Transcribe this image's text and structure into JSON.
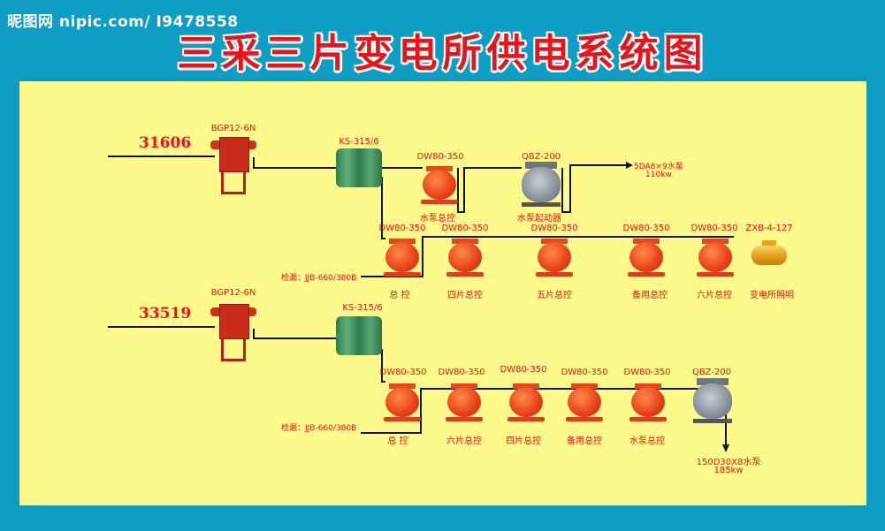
{
  "watermark": "昵图网 nipic.com/ I9478558",
  "title": "三采三片变电所供电系统图",
  "colors": {
    "background": "#0f9dc4",
    "panel": "#fdf98b",
    "text": "#e8141c"
  },
  "section1": {
    "feeder": "31606",
    "switch": "BGP12-6N",
    "transformer": "KS-315/6",
    "pump_branch": {
      "breaker_model": "DW80-350",
      "breaker_label": "水泵总控",
      "starter_model": "QBZ-200",
      "starter_label": "水泵起动器",
      "load": "5DA8×9水泵",
      "load_power": "110kw"
    },
    "leak_detector": "检漏：JJB-660/380B",
    "breakers": [
      {
        "model": "DW80-350",
        "label": "总  控"
      },
      {
        "model": "DW80-350",
        "label": "四片总控"
      },
      {
        "model": "DW80-350",
        "label": "五片总控"
      },
      {
        "model": "DW80-350",
        "label": "备用总控"
      },
      {
        "model": "DW80-350",
        "label": "六片总控"
      },
      {
        "model": "ZXB-4-127",
        "label": "变电所照明"
      }
    ]
  },
  "section2": {
    "feeder": "33519",
    "switch": "BGP12-6N",
    "transformer": "KS-315/6",
    "leak_detector": "检漏：JJB-660/380B",
    "breakers": [
      {
        "model": "DW80-350",
        "label": "总  控"
      },
      {
        "model": "DW80-350",
        "label": "六片总控"
      },
      {
        "model": "DW80-350",
        "label": "四片总控"
      },
      {
        "model": "DW80-350",
        "label": "备用总控"
      },
      {
        "model": "DW80-350",
        "label": "水泵总控"
      },
      {
        "model": "QBZ-200",
        "label": ""
      }
    ],
    "load": "150D30X8水泵",
    "load_power": "185kw"
  }
}
